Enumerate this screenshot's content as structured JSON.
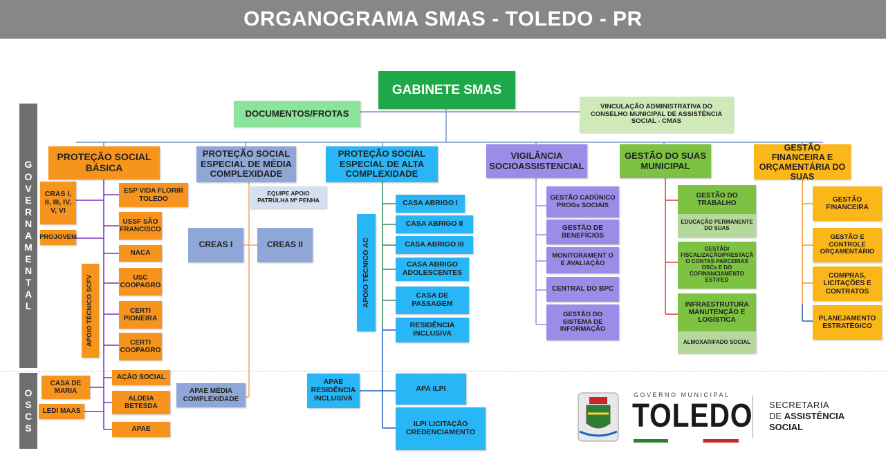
{
  "title": "ORGANOGRAMA SMAS  - TOLEDO - PR",
  "sidebar": {
    "governamental": [
      "G",
      "O",
      "V",
      "E",
      "R",
      "N",
      "A",
      "M",
      "E",
      "N",
      "T",
      "A",
      "L"
    ],
    "oscs": [
      "O",
      "S",
      "C",
      "S"
    ]
  },
  "gabinete": "GABINETE SMAS",
  "documentos": "DOCUMENTOS/FROTAS",
  "cmas": "VINCULAÇÃO ADMINISTRATIVA DO CONSELHO MUNICIPAL DE ASSISTÊNCIA SOCIAL - CMAS",
  "basica": {
    "title": "PROTEÇÃO SOCIAL BÁSICA",
    "cras": "CRAS I, II, III, IV, V, VI",
    "projovem": "PROJOVEM",
    "apoio": "APOIO TÉCNICO SCFV",
    "items": [
      "ESP VIDA FLORIR TOLEDO",
      "USSF SÃO FRANCISCO",
      "NACA",
      "USC COOPAGRO",
      "CERTI PIONEIRA",
      "CERTI COOPAGRO"
    ],
    "osc_items": [
      "AÇÃO SOCIAL",
      "ALDEIA BETESDA",
      "APAE"
    ],
    "casa_maria": "CASA DE MARIA",
    "ledi": "LEDI MAAS"
  },
  "media": {
    "title": "PROTEÇÃO SOCIAL ESPECIAL DE MÉDIA COMPLEXIDADE",
    "equipe": "EQUIPE APOIO PATRULHA Mª PENHA",
    "creas1": "CREAS I",
    "creas2": "CREAS II",
    "apae": "APAE MÉDIA COMPLEXIDADE"
  },
  "alta": {
    "title": "PROTEÇÃO SOCIAL ESPECIAL DE ALTA COMPLEXIDADE",
    "apoio": "APOIO TÉCNICO AC",
    "items": [
      "CASA ABRIGO I",
      "CASA ABRIGO II",
      "CASA ABRIGO  III",
      "CASA ABRIGO ADOLESCENTES",
      "CASA DE PASSAGEM",
      "RESIDÊNCIA INCLUSIVA"
    ],
    "apae": "APAE RESIDÊNCIA INCLUSIVA",
    "apa": "APA ILPI",
    "ilpi": "ILPI LICITAÇÃO CREDENCIAMENTO"
  },
  "vigilancia": {
    "title": "VIGILÂNCIA SOCIOASSISTENCIAL",
    "items": [
      "GESTÃO CADÚNICO PROGs SOCIAIS",
      "GESTÃO DE BENEFÍCIOS",
      "MONITORAMENT O E AVALIAÇÃO",
      "CENTRAL DO BPC",
      "GESTÃO DO SISTEMA DE INFORMAÇÃO"
    ]
  },
  "gestao_suas": {
    "title": "GESTÃO DO SUAS MUNICIPAL",
    "trabalho": "GESTÃO DO TRABALHO",
    "educacao": "EDUCAÇÃO PERMANENTE DO SUAS",
    "fiscal": "GESTÃO/ FISCALIZAÇÃO/PRESTAÇÃ O CONTAS  PARCERIAS OSCs E DO COFINANCIAMENTO EST/FED",
    "infra": "INFRAESTRUTURA MANUTENÇÃO E LOGÍSTICA",
    "almox": "ALMOXARIFADO SOCIAL"
  },
  "financeira": {
    "title": "GESTÃO FINANCEIRA E ORÇAMENTÁRIA DO SUAS",
    "items": [
      "GESTÃO FINANCEIRA",
      "GESTÃO E CONTROLE ORÇAMENTÁRIO",
      "COMPRAS, LICITAÇÕES E CONTRATOS",
      "PLANEJAMENTO ESTRATÉGICO"
    ]
  },
  "logo": {
    "governo": "GOVERNO MUNICIPAL",
    "toledo": "TOLEDO",
    "secretaria": "SECRETARIA",
    "de": "DE",
    "assistencia": "ASSISTÊNCIA",
    "social": "SOCIAL"
  }
}
